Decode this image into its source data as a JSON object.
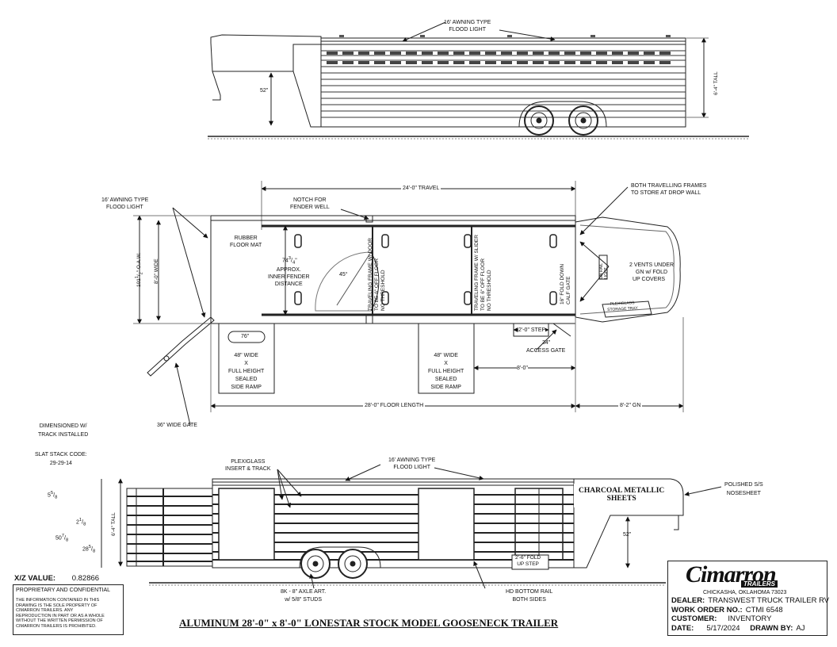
{
  "title": "ALUMINUM 28'-0\" x 8'-0\" LONESTAR STOCK MODEL GOOSENECK TRAILER",
  "xz": {
    "label": "X/Z VALUE:",
    "value": "0.82866"
  },
  "proprietary": {
    "heading": "PROPRIETARY AND CONFIDENTIAL",
    "lines": [
      "THE INFORMATION CONTAINED IN THIS",
      "DRAWING IS THE SOLE PROPERTY OF",
      "CIMARRON TRAILERS. ANY",
      "REPRODUCTION IN PART OR AS A WHOLE",
      "WITHOUT THE WRITTEN PERMISSION OF",
      "CIMARRON TRAILERS IS PROHIBITED."
    ]
  },
  "title_block": {
    "logo": "Cimarron",
    "logo_sub": "TRAILERS",
    "address": "CHICKASHA, OKLAHOMA 73023",
    "dealer_label": "DEALER:",
    "dealer": "TRANSWEST TRUCK TRAILER RV",
    "work_order_label": "WORK ORDER NO.:",
    "work_order": "CTMI 6548",
    "customer_label": "CUSTOMER:",
    "customer": "INVENTORY",
    "date_label": "DATE:",
    "date": "5/17/2024",
    "drawn_by_label": "DRAWN BY:",
    "drawn_by": "AJ"
  },
  "top_view": {
    "awning": [
      "16' AWNING TYPE",
      "FLOOD LIGHT"
    ],
    "tall": "6'-4\" TALL",
    "hitch_height": "52\""
  },
  "plan_view": {
    "travel": "24'-0\" TRAVEL",
    "notch": [
      "NOTCH FOR",
      "FENDER WELL"
    ],
    "frames_note": [
      "BOTH TRAVELLING FRAMES",
      "TO STORE AT DROP WALL"
    ],
    "awning": [
      "16' AWNING TYPE",
      "FLOOD LIGHT"
    ],
    "oaw_whole": "101",
    "oaw_num": "1",
    "oaw_den": "2",
    "oaw_suffix": "\" O.A.W.",
    "wide": "8'-0\" WIDE",
    "floor_mat": [
      "RUBBER",
      "FLOOR MAT"
    ],
    "fender_whole": "74",
    "fender_num": "3",
    "fender_den": "4",
    "fender_inch": "\"",
    "fender_note": [
      "APPROX.",
      "INNER FENDER",
      "DISTANCE"
    ],
    "angle": "45°",
    "frame1": [
      "TRAVELING FRAME W/ DOOR",
      "TO BE 6\" OFF FLOOR",
      "NO THRESHOLD"
    ],
    "frame2": [
      "TRAVELING FRAME W/ SLIDER",
      "TO BE 6\" OFF FLOOR",
      "NO THRESHOLD"
    ],
    "tiedown": [
      "16\" FOLD DOWN",
      "CALF GATE"
    ],
    "gn_rail": [
      "GN RAIL",
      "LIGHT"
    ],
    "vents": [
      "2 VENTS UNDER",
      "GN w/ FOLD",
      "UP COVERS"
    ],
    "plexiglass_storage": [
      "PLEXIGLASS",
      "STORAGE TRAY"
    ],
    "step": "2'-0\" STEP",
    "access_34": "34\"",
    "access_gate": "ACCESS GATE",
    "ramp_dim": "76\"",
    "ramp1": [
      "48\" WIDE",
      "X",
      "FULL HEIGHT",
      "SEALED",
      "SIDE RAMP"
    ],
    "ramp2": [
      "48\" WIDE",
      "X",
      "FULL HEIGHT",
      "SEALED",
      "SIDE RAMP"
    ],
    "eight_ft": "8'-0\"",
    "floor_length": "28'-0\" FLOOR LENGTH",
    "gn_length": "8'-2\" GN",
    "gate": "36\" WIDE GATE"
  },
  "side_view": {
    "dimensioned": [
      "DIMENSIONED W/",
      "TRACK INSTALLED"
    ],
    "slat_code_label": "SLAT STACK CODE:",
    "slat_code": "29-29-14",
    "tall": "6'-4\" TALL",
    "d1_whole": "5",
    "d1_num": "5",
    "d1_den": "8",
    "d2_whole": "2",
    "d2_num": "1",
    "d2_den": "8",
    "d3_whole": "50",
    "d3_num": "7",
    "d3_den": "8",
    "d4_whole": "28",
    "d4_num": "5",
    "d4_den": "8",
    "plexiglass": [
      "PLEXIGLASS",
      "INSERT & TRACK"
    ],
    "awning": [
      "16' AWNING TYPE",
      "FLOOD LIGHT"
    ],
    "charcoal": [
      "CHARCOAL METALLIC",
      "SHEETS"
    ],
    "polished": [
      "POLISHED S/S",
      "NOSESHEET"
    ],
    "hitch_height": "52\"",
    "fold_step": [
      "2'-6\" FOLD",
      "UP STEP"
    ],
    "axle": [
      "8K - 8\" AXLE ART.",
      "w/ 5/8\" STUDS"
    ],
    "bottom_rail": [
      "HD BOTTOM RAIL",
      "BOTH SIDES"
    ]
  }
}
